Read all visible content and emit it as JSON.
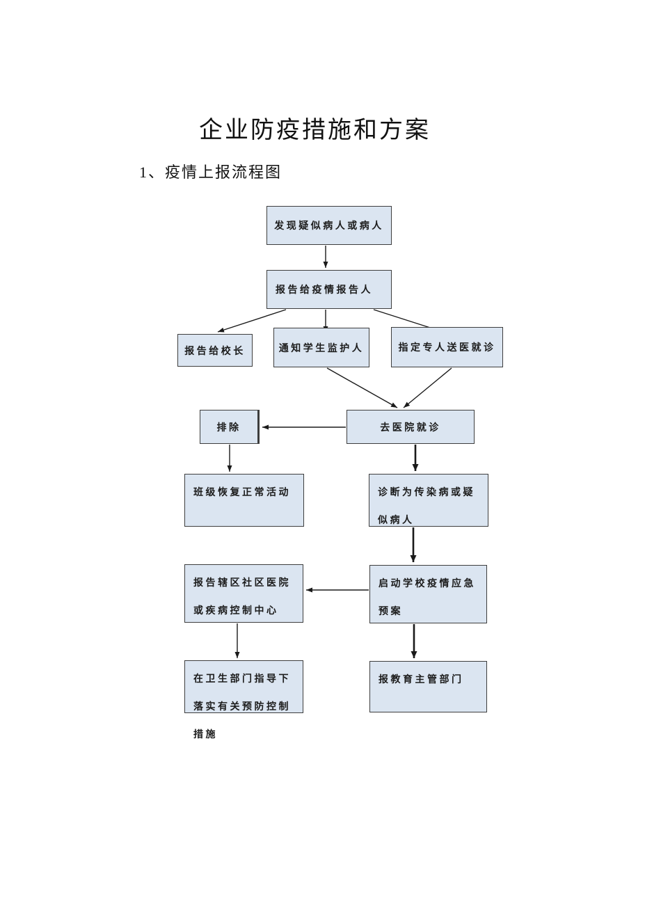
{
  "document": {
    "title": "企业防疫措施和方案",
    "section_heading": "1、疫情上报流程图"
  },
  "colors": {
    "page_bg": "#ffffff",
    "node_fill": "#dbe5f1",
    "node_border": "#3d3d3d",
    "arrow": "#1a1a1a",
    "text": "#1c1c1c"
  },
  "flowchart": {
    "nodes": [
      {
        "id": "discover-patient",
        "label": "发现疑似病人或病人"
      },
      {
        "id": "report-to-reporter",
        "label": "报告给疫情报告人"
      },
      {
        "id": "report-principal",
        "label": "报告给校长"
      },
      {
        "id": "notify-guardian",
        "label": "通知学生监护人"
      },
      {
        "id": "escort-to-hospital",
        "label": "指定专人送医就诊"
      },
      {
        "id": "excluded",
        "label": "排除"
      },
      {
        "id": "hospital-visit",
        "label": "去医院就诊"
      },
      {
        "id": "class-resume",
        "label": "班级恢复正常活动"
      },
      {
        "id": "diagnosed-infectious",
        "label": "诊断为传染病或疑似病人"
      },
      {
        "id": "report-community-hospital",
        "label": "报告辖区社区医院或疾病控制中心"
      },
      {
        "id": "start-emergency-plan",
        "label": "启动学校疫情应急预案"
      },
      {
        "id": "implement-prevention",
        "label": "在卫生部门指导下落实有关预防控制措施"
      },
      {
        "id": "report-education-dept",
        "label": "报教育主管部门"
      }
    ]
  }
}
